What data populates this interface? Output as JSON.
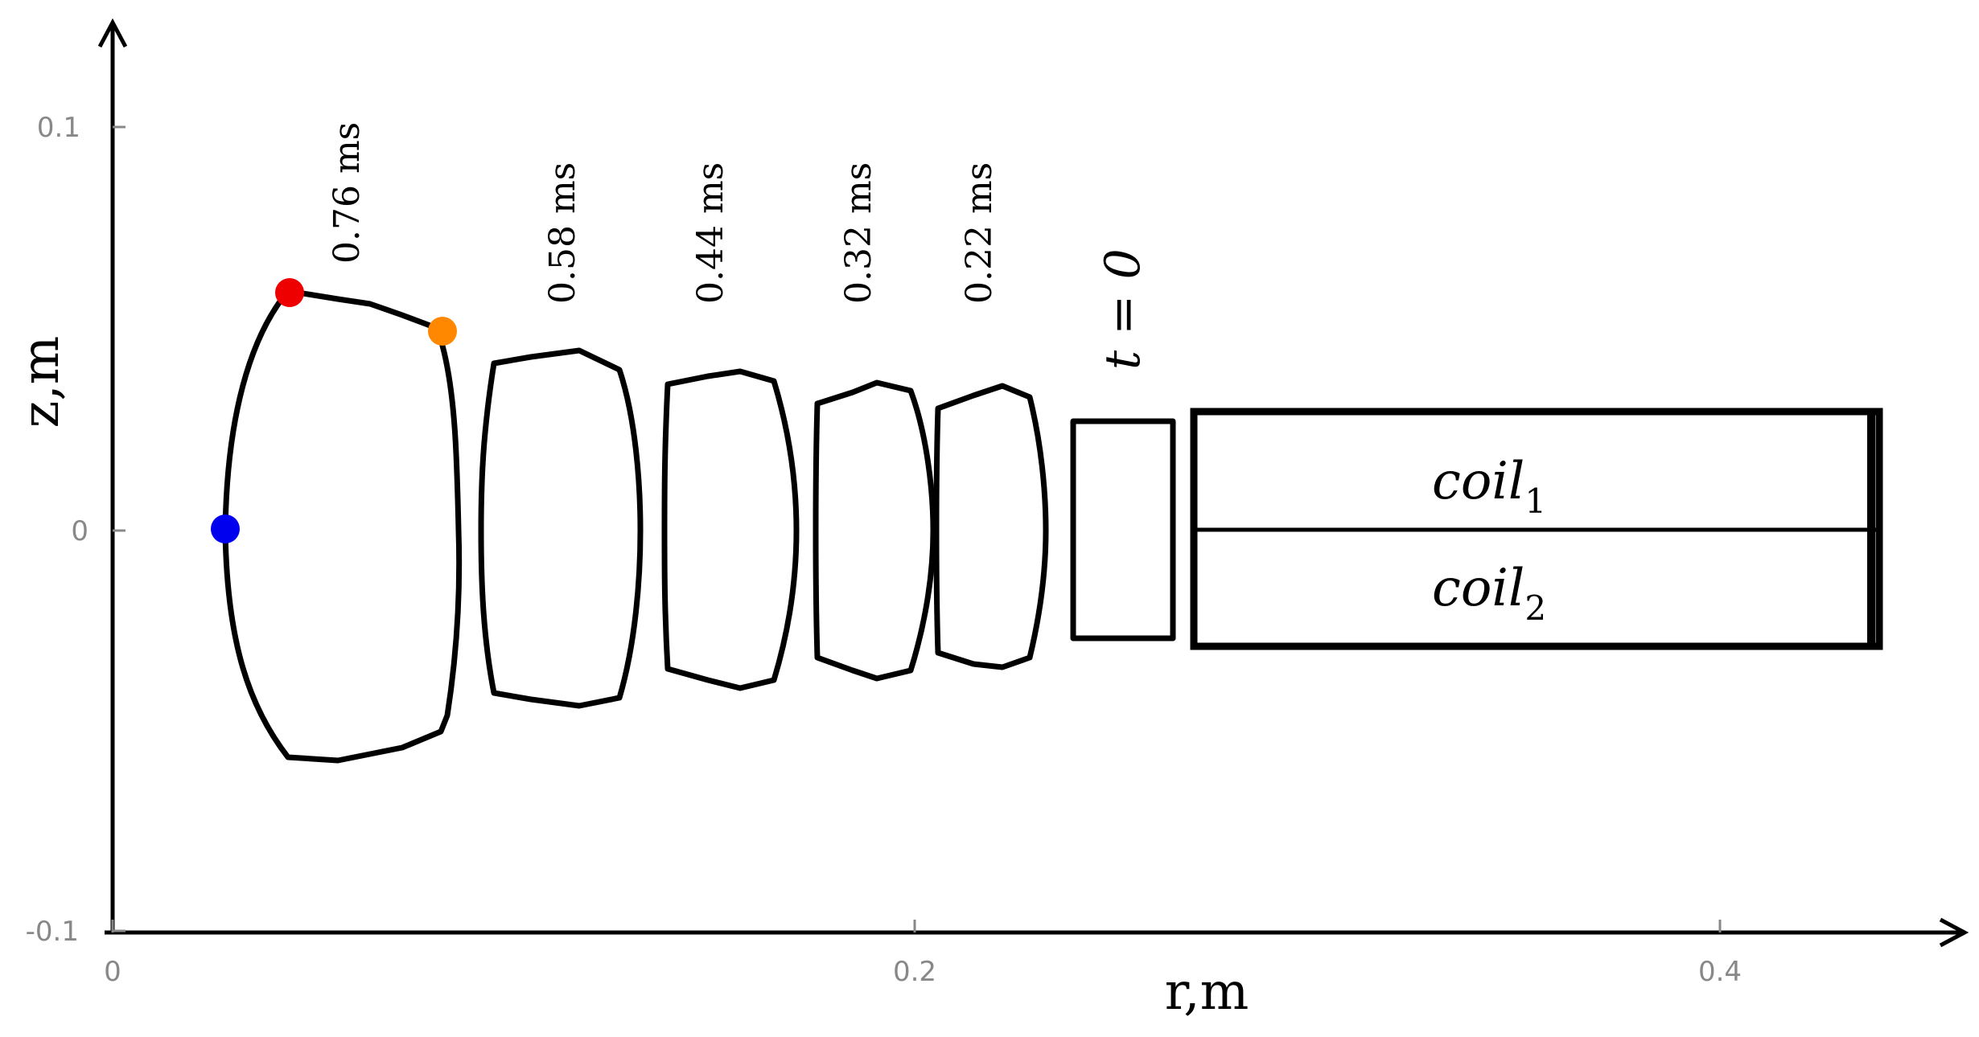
{
  "axes": {
    "x_title": "r,m",
    "y_title": "z,m",
    "x_ticks": [
      "0",
      "0.2",
      "0.4"
    ],
    "y_ticks": [
      "0.1",
      "0",
      "-0.1"
    ]
  },
  "time_labels": [
    "0.76 ms",
    "0.58 ms",
    "0.44 ms",
    "0.32 ms",
    "0.22 ms"
  ],
  "t0_label": "t = 0",
  "coils": [
    {
      "base": "coil",
      "sub": "1"
    },
    {
      "base": "coil",
      "sub": "2"
    }
  ],
  "markers": [
    {
      "name": "red-marker",
      "color": "#ee0000"
    },
    {
      "name": "orange-marker",
      "color": "#ff8800"
    },
    {
      "name": "blue-marker",
      "color": "#0000ee"
    }
  ]
}
